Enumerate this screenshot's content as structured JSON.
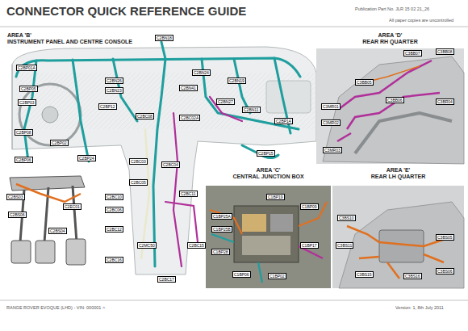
{
  "diagram": {
    "title": "CONNECTOR QUICK REFERENCE GUIDE",
    "nodes": [
      {
        "text": [
          "AREA 'B'",
          "INSTRUMENT PANEL AND CENTRE CONSOLE"
        ]
      },
      {
        "text": [
          "AREA 'D'",
          "REAR RH QUARTER"
        ]
      },
      {
        "text": [
          "AREA 'C'",
          "CENTRAL JUNCTION BOX"
        ]
      },
      {
        "text": [
          "AREA 'E'",
          "REAR LH QUARTER"
        ]
      }
    ],
    "labels": [
      "Publication Part No. JLR 15 02 21_26",
      "All paper copies are uncontrolled",
      "RANGE ROVER EVOQUE (LHD) - VIN: 000001 >",
      "Version: 1, 8th July 2011",
      "C2BN18",
      "C2BP01A",
      "C2BP05",
      "C2BP03",
      "C2BP08",
      "C2BP02",
      "C2BP24",
      "C2BP06",
      "C2BN26",
      "C2BN23",
      "C2BP12",
      "C2BC08",
      "C2BC03",
      "C2BC02A",
      "C2BN41",
      "C2BN24",
      "C2BN19",
      "C2BN27",
      "C2BN11",
      "C2BP14",
      "C2BP15",
      "C2BC04",
      "C2BC05",
      "C2BC10",
      "C2BC06",
      "C2BC11",
      "C2BC12",
      "C2MC50",
      "C2BC15",
      "C2BC16",
      "C2BC17",
      "C2BS03",
      "C2BS06",
      "C2BS04",
      "C2EC01",
      "C3MR01",
      "C3MR02",
      "C3MR03",
      "C3BB05",
      "C3BB06",
      "C3BB07",
      "C3BB08",
      "C3BR04",
      "C1BP25A",
      "C1BP25B",
      "C1BP28",
      "C1BP06",
      "C1BP02",
      "C1BP17",
      "C1BP09",
      "C1BP19",
      "C3BS10",
      "C3BS11",
      "C3BS15",
      "C3BS16",
      "C3BS05",
      "C3BS06"
    ]
  }
}
